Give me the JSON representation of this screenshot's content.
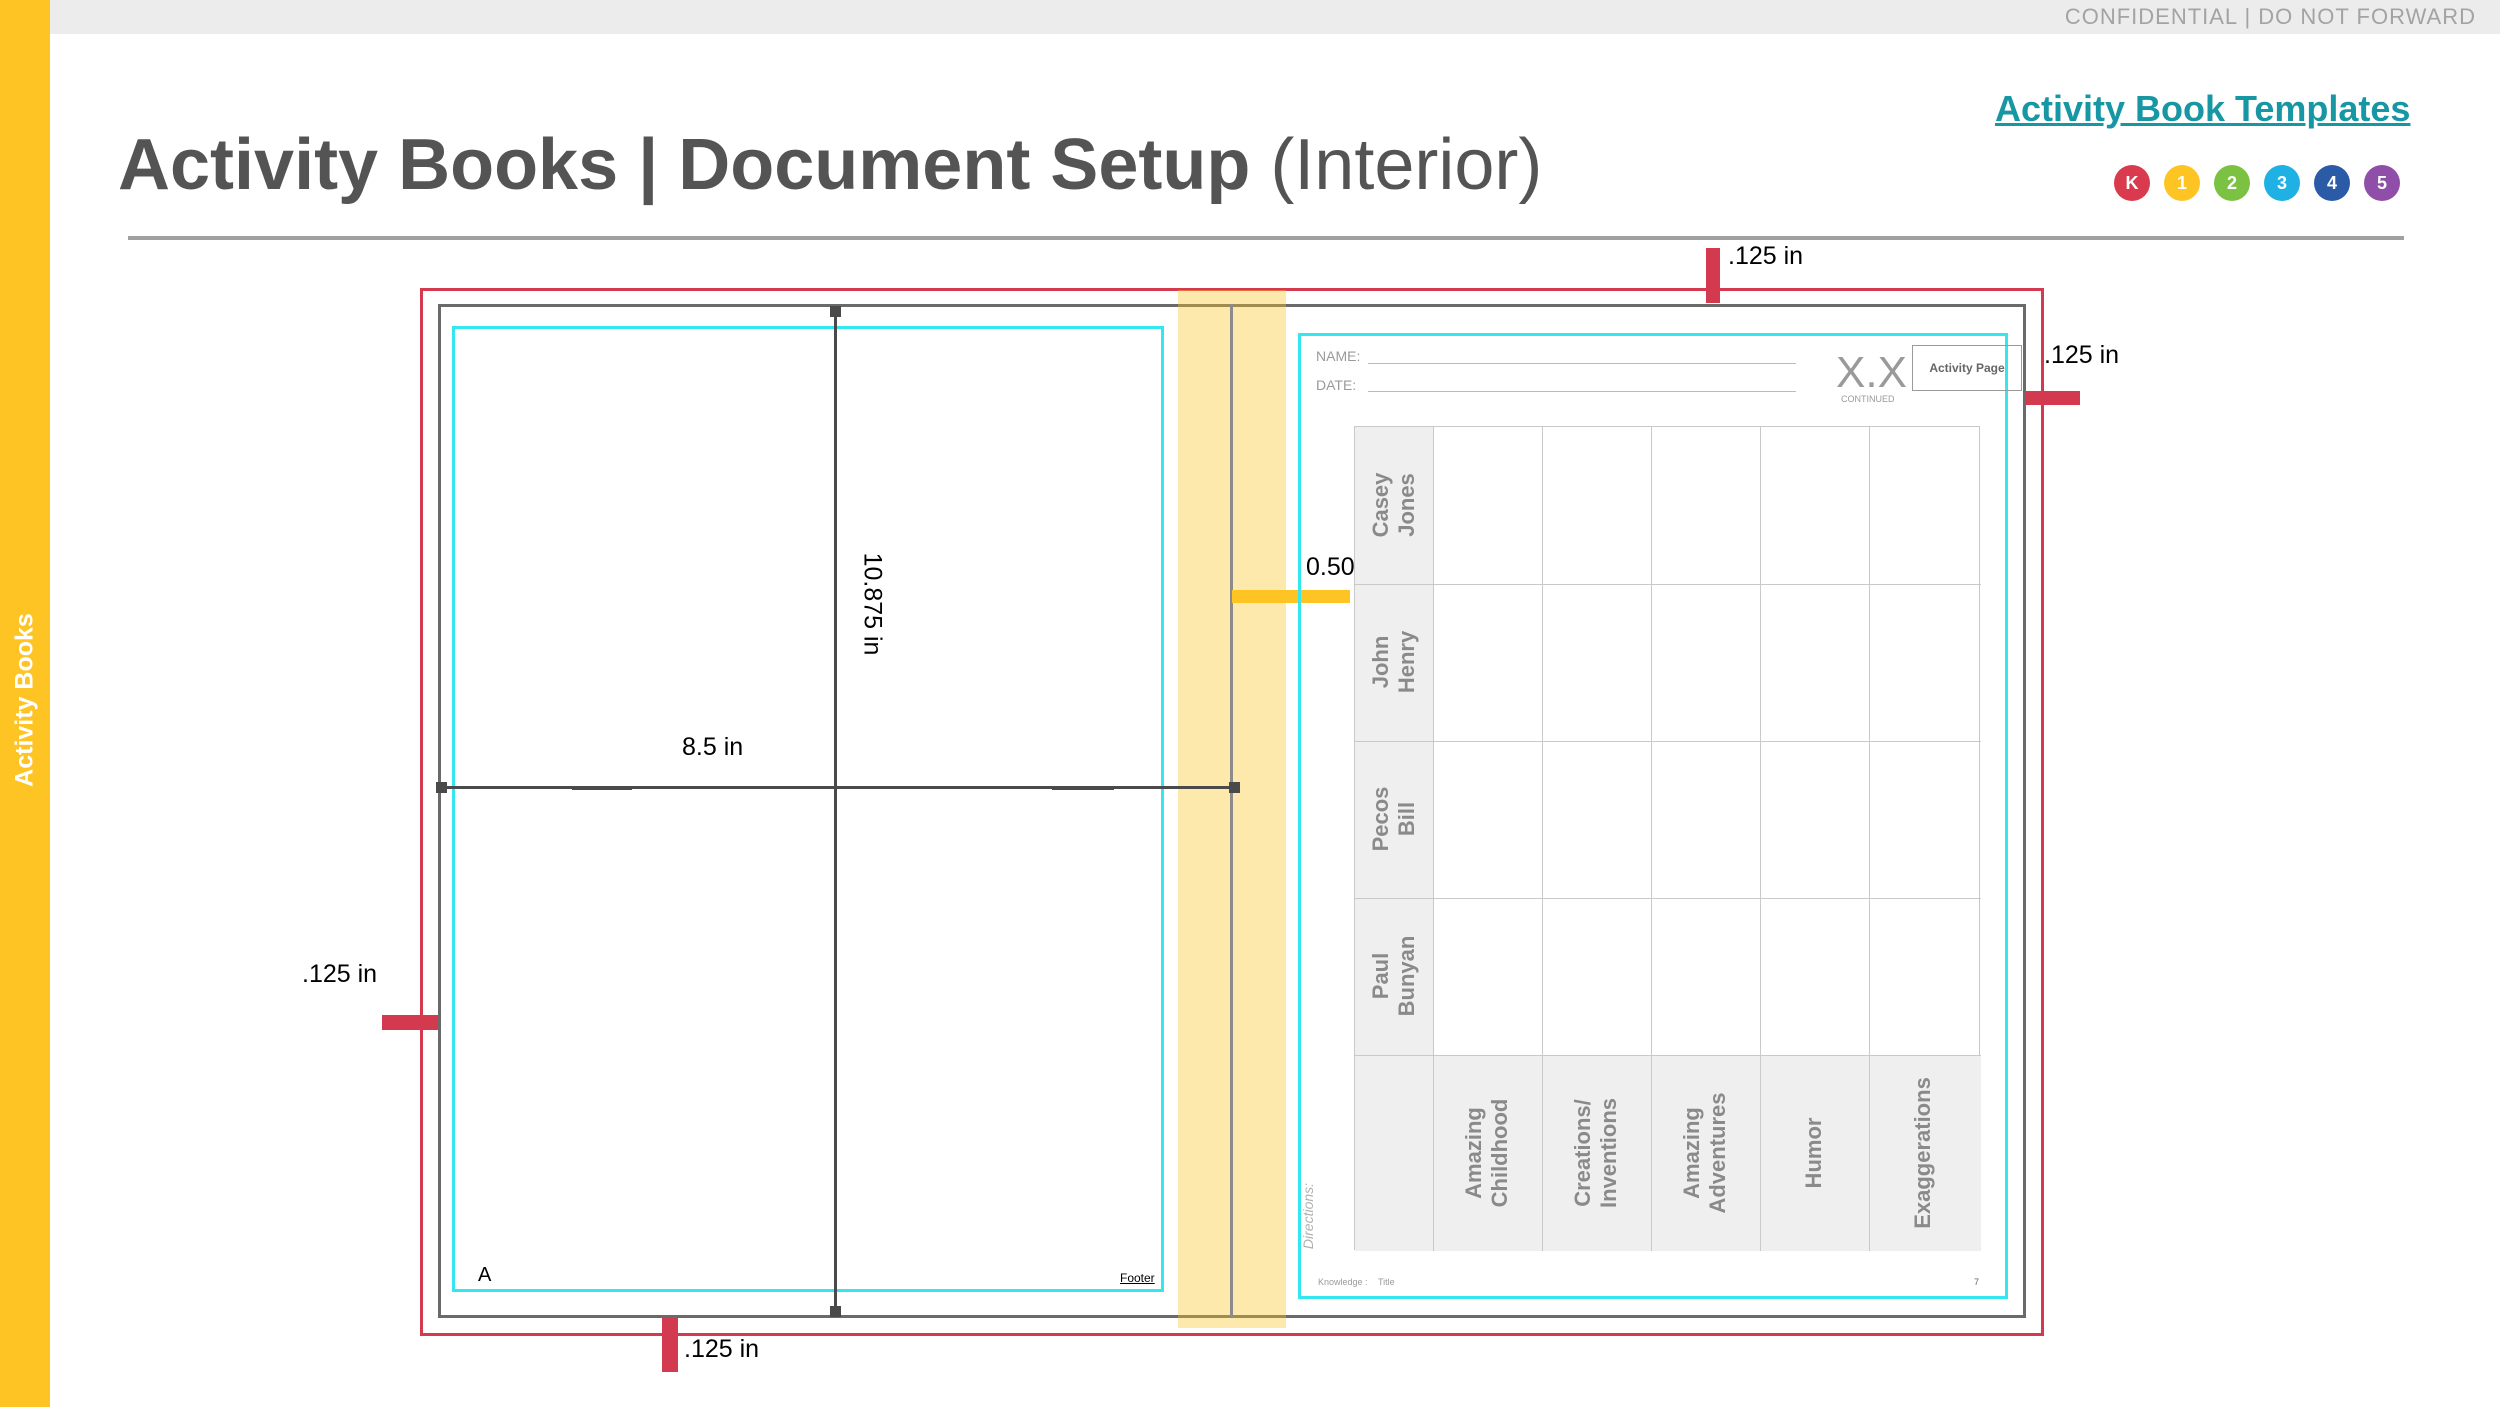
{
  "header": {
    "confidential": "CONFIDENTIAL | DO NOT FORWARD",
    "title_bold": "Activity Books | Document Setup",
    "title_light": "(Interior)",
    "templates_link": "Activity Book Templates",
    "grades": [
      {
        "label": "K",
        "color": "#d93a4d"
      },
      {
        "label": "1",
        "color": "#fdc424"
      },
      {
        "label": "2",
        "color": "#7cc242"
      },
      {
        "label": "3",
        "color": "#1fb1e3"
      },
      {
        "label": "4",
        "color": "#2b5aa6"
      },
      {
        "label": "5",
        "color": "#8f4fa8"
      }
    ]
  },
  "sidebar": {
    "label": "Activity Books"
  },
  "dimensions": {
    "bleed_top": ".125 in",
    "bleed_right": ".125 in",
    "bleed_left": ".125 in",
    "bleed_bottom": ".125 in",
    "height": "10.875 in",
    "width": "8.5 in",
    "gutter": "0.5056 in"
  },
  "left_page": {
    "page_letter": "A",
    "footer": "Footer"
  },
  "worksheet": {
    "name_label": "NAME:",
    "date_label": "DATE:",
    "number": "X.X",
    "continued": "CONTINUED",
    "activity_page": "Activity Page",
    "rows": [
      "Casey\nJones",
      "John\nHenry",
      "Pecos\nBill",
      "Paul\nBunyan"
    ],
    "columns": [
      "Amazing\nChildhood",
      "Creations/\nInventions",
      "Amazing\nAdventures",
      "Humor",
      "Exaggerations"
    ],
    "directions": "Directions:",
    "footer_left": "Knowledge :",
    "footer_title": "Title",
    "page_number": "7"
  },
  "colors": {
    "bleed": "#d33a4f",
    "margin": "#33e6ef",
    "gutter": "#fdc424",
    "accent_link": "#1796a4"
  }
}
